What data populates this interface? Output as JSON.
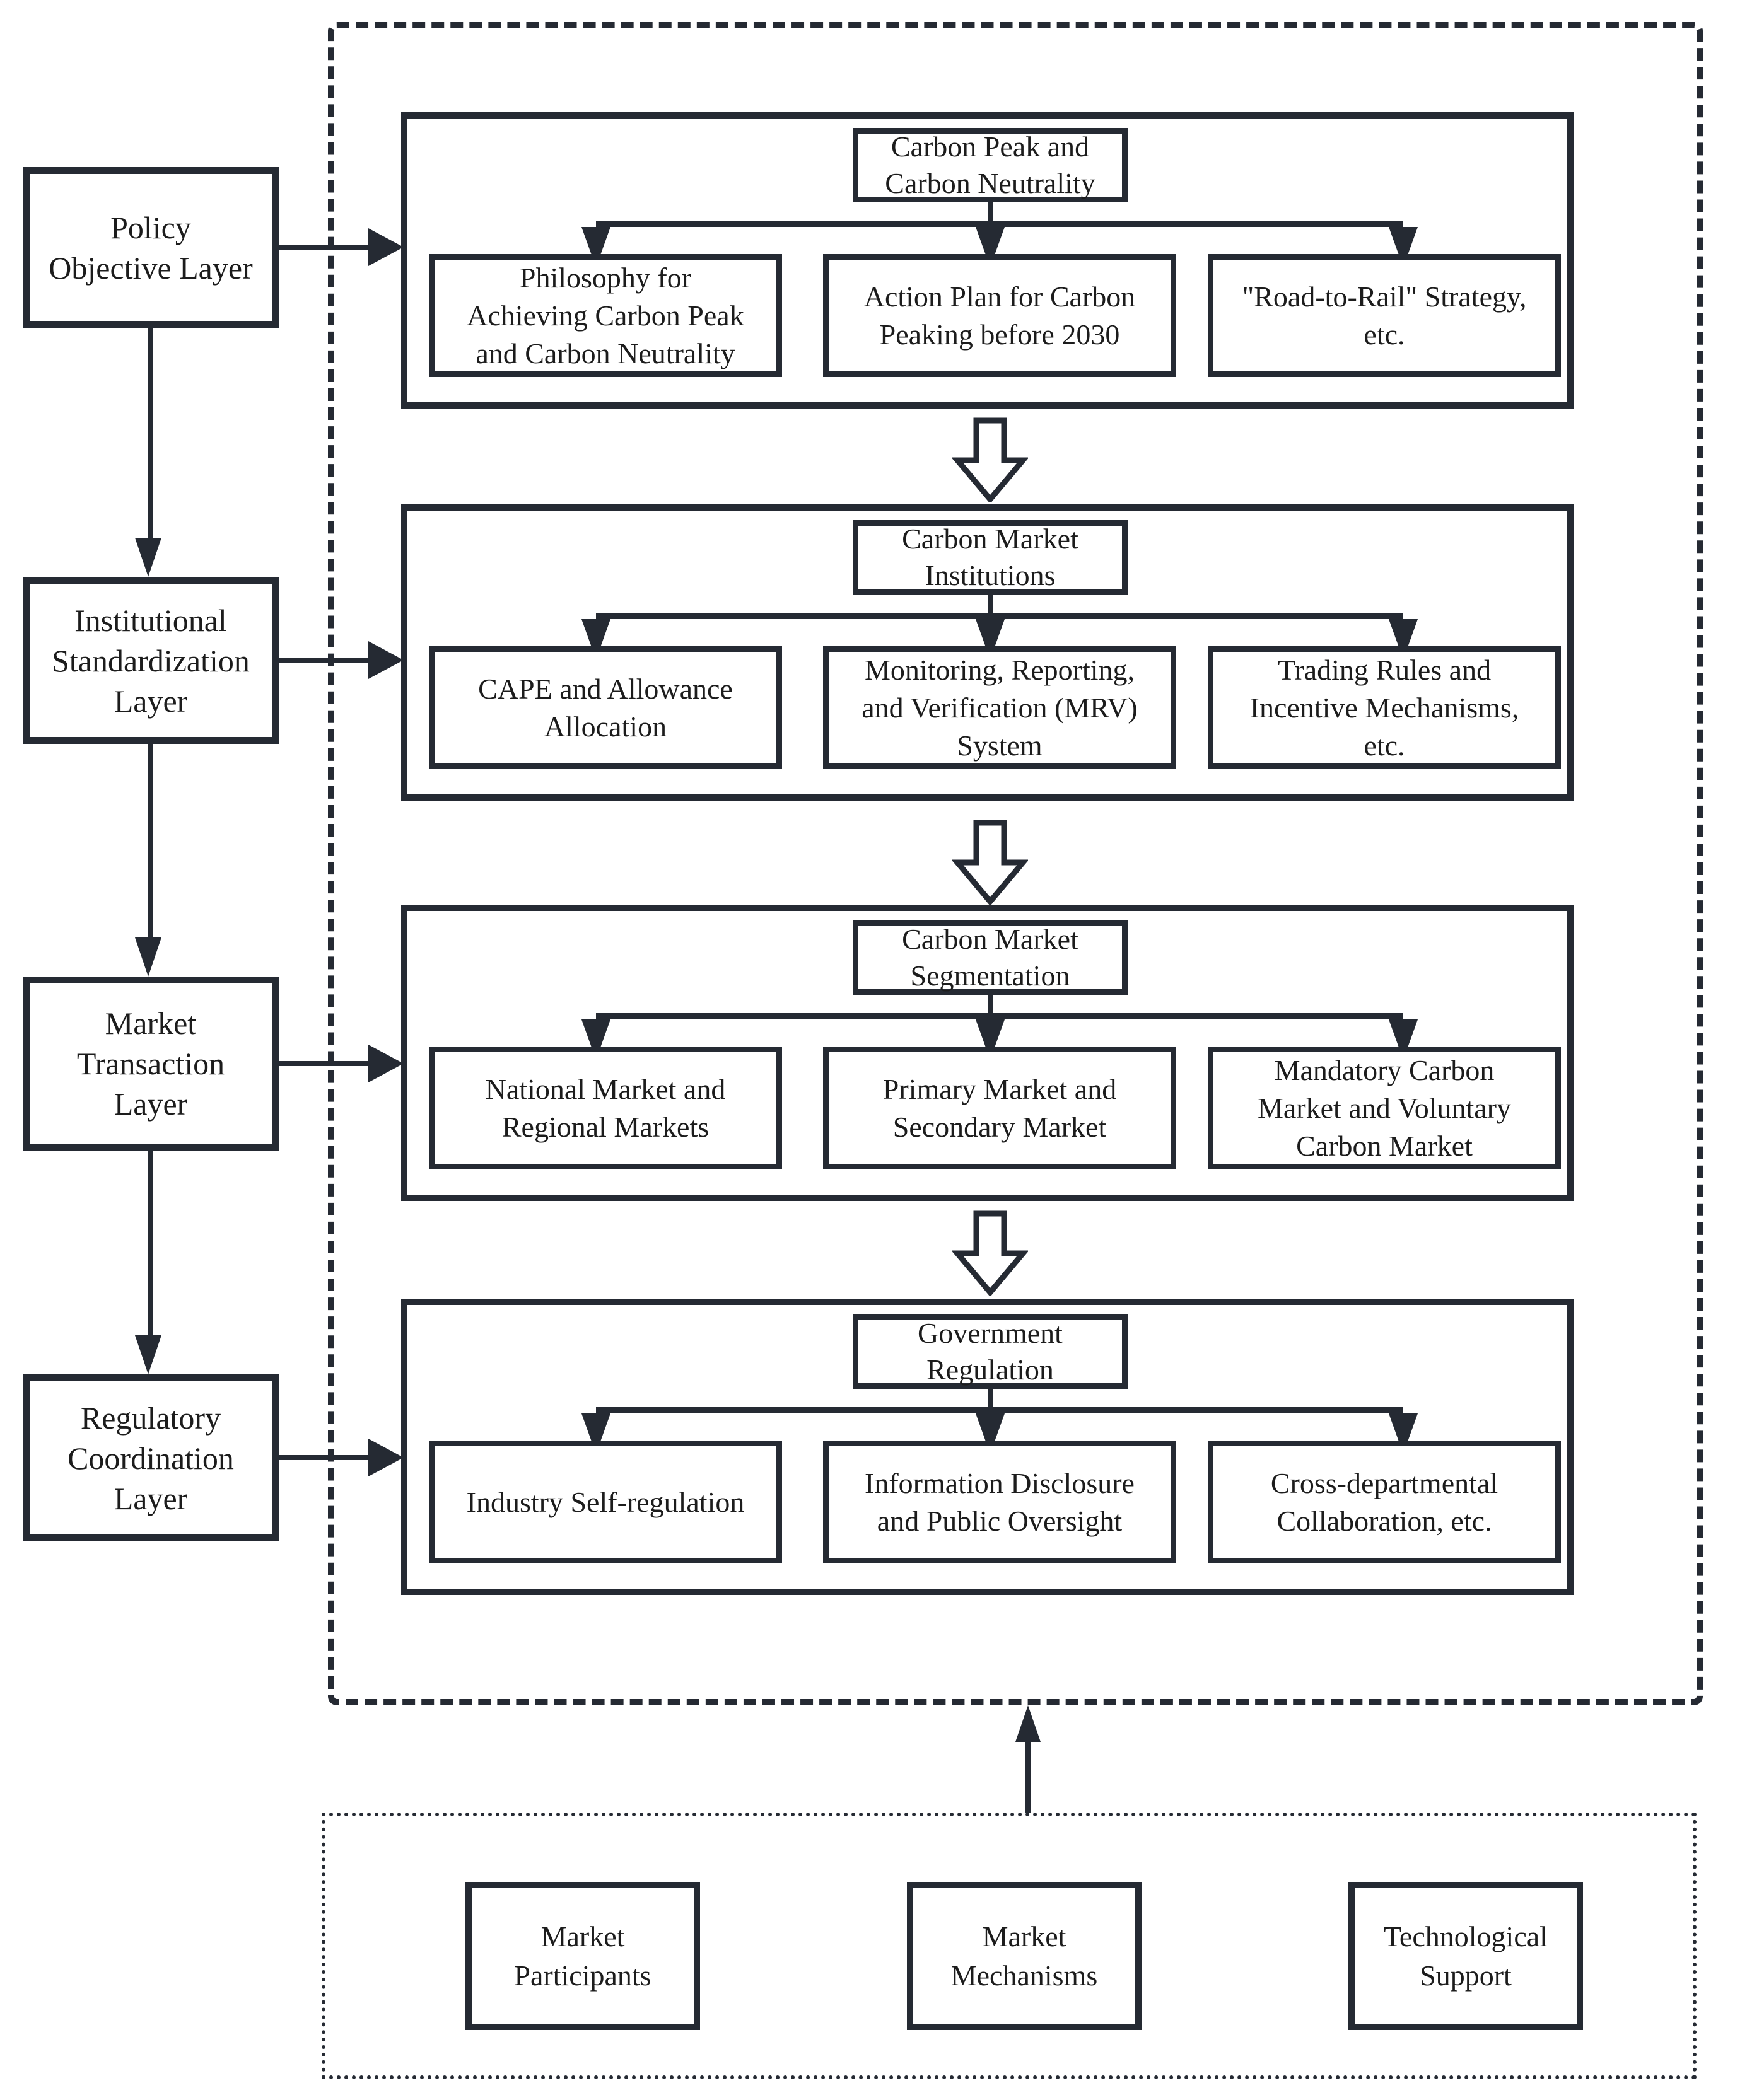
{
  "colors": {
    "line": "#252a33",
    "text": "#1c1c1c",
    "background": "#ffffff"
  },
  "layers": [
    {
      "label": "Policy\nObjective Layer"
    },
    {
      "label": "Institutional\nStandardization\nLayer"
    },
    {
      "label": "Market\nTransaction\nLayer"
    },
    {
      "label": "Regulatory\nCoordination\nLayer"
    }
  ],
  "sections": [
    {
      "header": "Carbon Peak and\nCarbon Neutrality",
      "children": [
        "Philosophy for\nAchieving Carbon Peak\nand Carbon Neutrality",
        "Action Plan for Carbon\nPeaking before 2030",
        "\"Road-to-Rail\" Strategy,\netc."
      ]
    },
    {
      "header": "Carbon Market\nInstitutions",
      "children": [
        "CAPE and Allowance\nAllocation",
        "Monitoring, Reporting,\nand Verification (MRV)\nSystem",
        "Trading Rules and\nIncentive Mechanisms,\netc."
      ]
    },
    {
      "header": "Carbon Market\nSegmentation",
      "children": [
        "National Market and\nRegional Markets",
        "Primary Market and\nSecondary Market",
        "Mandatory Carbon\nMarket and Voluntary\nCarbon Market"
      ]
    },
    {
      "header": "Government\nRegulation",
      "children": [
        "Industry Self-regulation",
        "Information Disclosure\nand Public Oversight",
        "Cross-departmental\nCollaboration, etc."
      ]
    }
  ],
  "support": [
    {
      "label": "Market\nParticipants"
    },
    {
      "label": "Market\nMechanisms"
    },
    {
      "label": "Technological\nSupport"
    }
  ]
}
